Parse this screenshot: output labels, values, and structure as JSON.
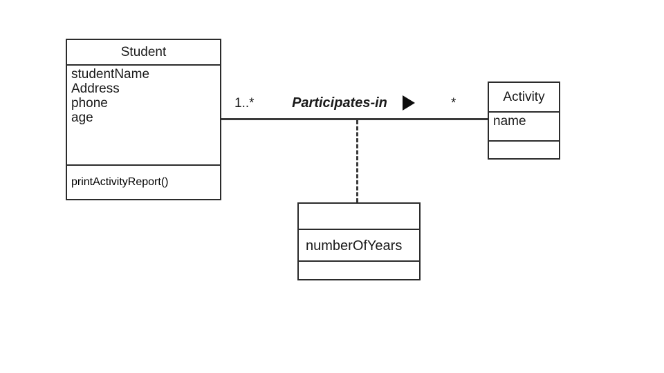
{
  "diagram": {
    "type": "uml-class-diagram",
    "title": "Student Participates-in Activity association class diagram",
    "background_color": "#ffffff",
    "line_color": "#3a3a3a",
    "text_color": "#1a1a1a"
  },
  "classes": {
    "student": {
      "name": "Student",
      "attributes": [
        "studentName",
        "Address",
        "phone",
        "age"
      ],
      "operations": [
        "printActivityReport()"
      ]
    },
    "activity": {
      "name": "Activity",
      "attributes": [
        "name"
      ],
      "operations": []
    },
    "association_class": {
      "name": "",
      "attributes": [
        "numberOfYears"
      ],
      "operations": []
    }
  },
  "association": {
    "label": "Participates-in",
    "source_multiplicity": "1..*",
    "target_multiplicity": "*",
    "navigability_marker": "solid-filled-triangle",
    "direction": "right",
    "connector_style": "solid",
    "association_class_connector_style": "dashed"
  }
}
